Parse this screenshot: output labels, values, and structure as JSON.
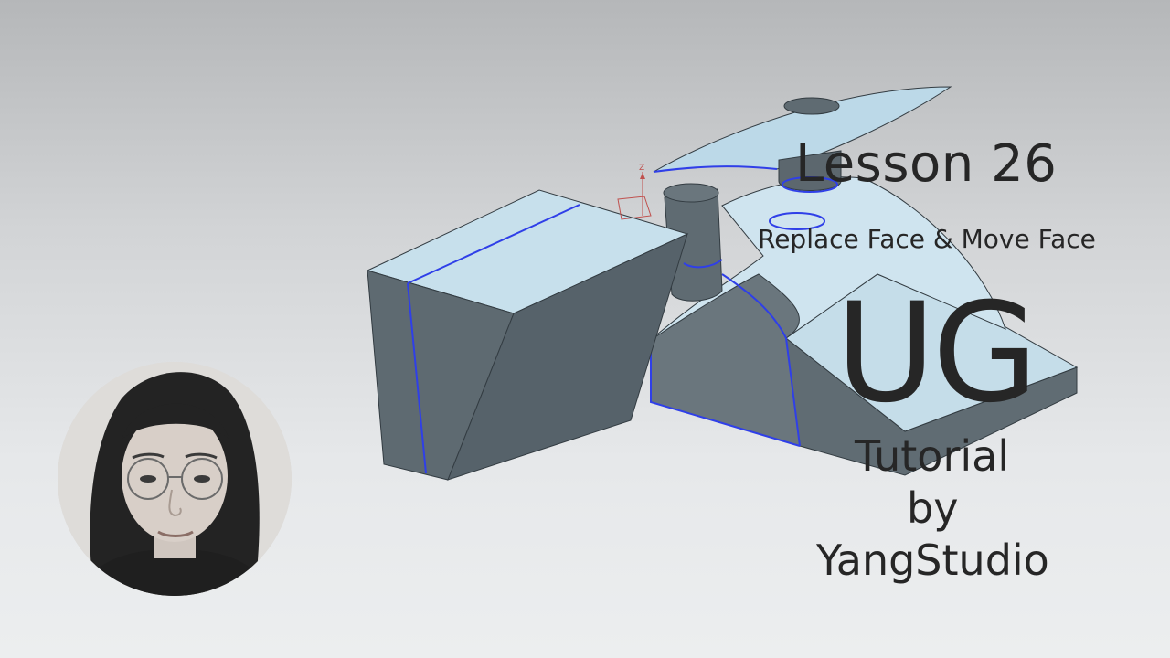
{
  "thumbnail": {
    "lesson_title": "Lesson 26",
    "subtitle": "Replace Face & Move Face",
    "brand": "UG",
    "tutorial_label": "Tutorial",
    "by_label": "by",
    "studio_name": "YangStudio"
  },
  "scene": {
    "axis_label": "Z",
    "colors": {
      "face_light": "#c7e0ec",
      "face_dark": "#5f6b72",
      "edge_highlight": "#2f3fe8",
      "text": "#262626"
    }
  },
  "presenter": {
    "icon": "presenter-avatar-icon"
  }
}
